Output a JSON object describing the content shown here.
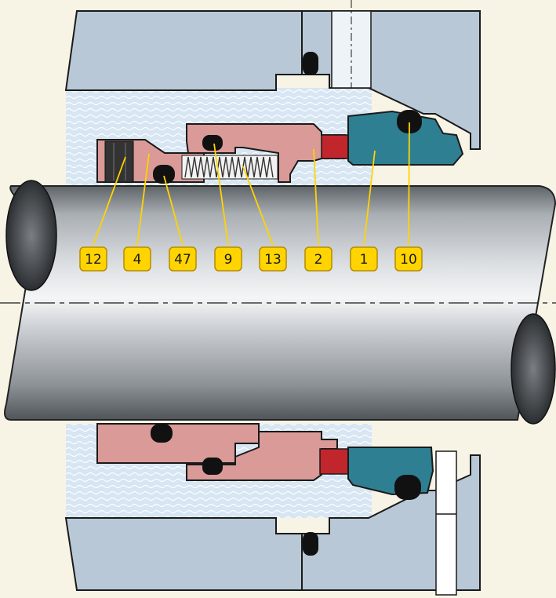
{
  "diagram": {
    "callouts": [
      {
        "id": "12",
        "label": "12"
      },
      {
        "id": "4",
        "label": "4"
      },
      {
        "id": "47",
        "label": "47"
      },
      {
        "id": "9",
        "label": "9"
      },
      {
        "id": "13",
        "label": "13"
      },
      {
        "id": "2",
        "label": "2"
      },
      {
        "id": "1",
        "label": "1"
      },
      {
        "id": "10",
        "label": "10"
      }
    ],
    "colors": {
      "background": "#f7f4e6",
      "housing": "#b8c8d6",
      "housing_outline": "#1a1a1a",
      "seal_chamber_fluid": "#cfe0ee",
      "rotating_parts": "#d99a98",
      "face_insert": "#c0262c",
      "stationary_seat": "#2f7f92",
      "o_ring": "#111111",
      "callout_fill": "#ffd400",
      "callout_border": "#b58b00",
      "leader_line": "#ffd400",
      "shaft": "#9aa0a6",
      "spring": "#e8e8e8",
      "set_screw": "#333333"
    }
  }
}
